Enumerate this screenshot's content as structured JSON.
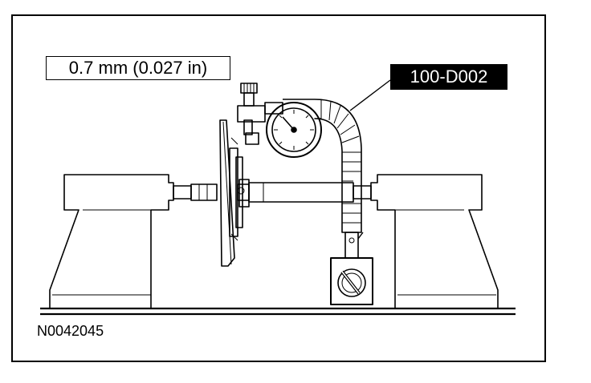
{
  "diagram": {
    "specification_label": "0.7 mm (0.027 in)",
    "tool_number": "100-D002",
    "figure_id": "N0042045"
  }
}
